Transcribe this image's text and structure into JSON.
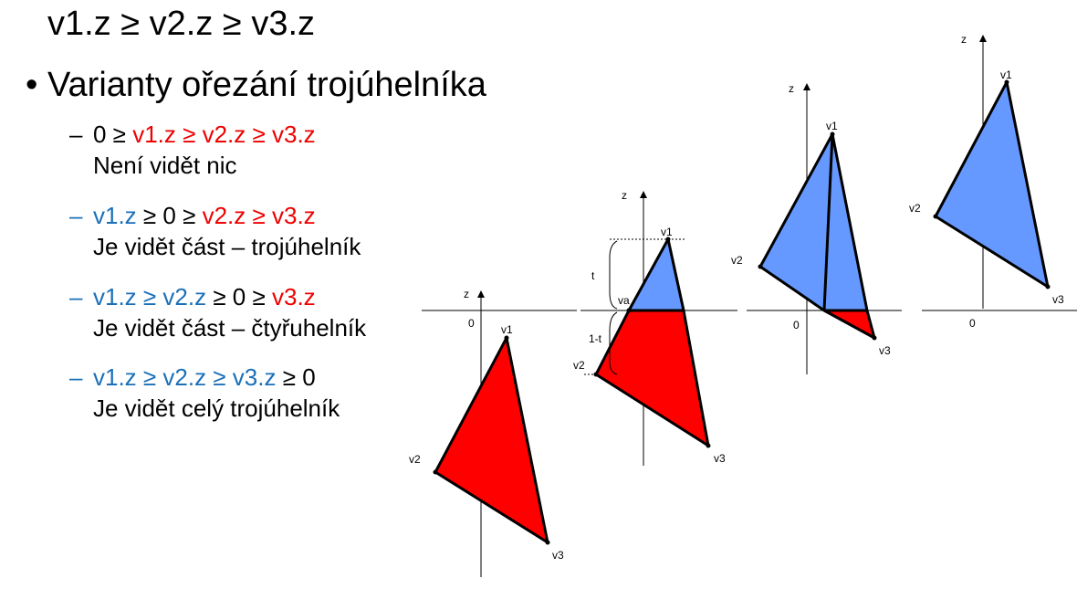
{
  "title": "v1.z ≥ v2.z ≥ v3.z",
  "bullet": {
    "glyph": "•",
    "text": "Varianty ořezání trojúhelníka"
  },
  "dash": "–",
  "items": [
    {
      "condition": [
        {
          "text": "0 ≥ ",
          "color": "black"
        },
        {
          "text": "v1.z ≥ v2.z ≥ v3.z",
          "color": "red"
        }
      ],
      "description": "Není vidět nic"
    },
    {
      "condition": [
        {
          "text": "v1.z",
          "color": "blue"
        },
        {
          "text": " ≥ 0 ≥ ",
          "color": "black"
        },
        {
          "text": "v2.z ≥ v3.z",
          "color": "red"
        }
      ],
      "description": "Je vidět část – trojúhelník"
    },
    {
      "condition": [
        {
          "text": "v1.z ≥ v2.z",
          "color": "blue"
        },
        {
          "text": " ≥ 0 ≥ ",
          "color": "black"
        },
        {
          "text": "v3.z",
          "color": "red"
        }
      ],
      "description": "Je vidět část – čtyřuhelník"
    },
    {
      "condition": [
        {
          "text": "v1.z ≥ v2.z ≥ v3.z",
          "color": "blue"
        },
        {
          "text": " ≥ 0",
          "color": "black"
        }
      ],
      "description": "Je vidět celý trojúhelník"
    }
  ],
  "colors": {
    "red_fill": "#ff0000",
    "blue_fill": "#6699ff",
    "text_red": "#ee0000",
    "text_blue": "#1a6fb8"
  },
  "diagrams": {
    "axis_label": "z",
    "origin_label": "0",
    "v1": "v1",
    "v2": "v2",
    "v3": "v3",
    "va": "va",
    "t": "t",
    "one_minus_t": "1-t"
  }
}
